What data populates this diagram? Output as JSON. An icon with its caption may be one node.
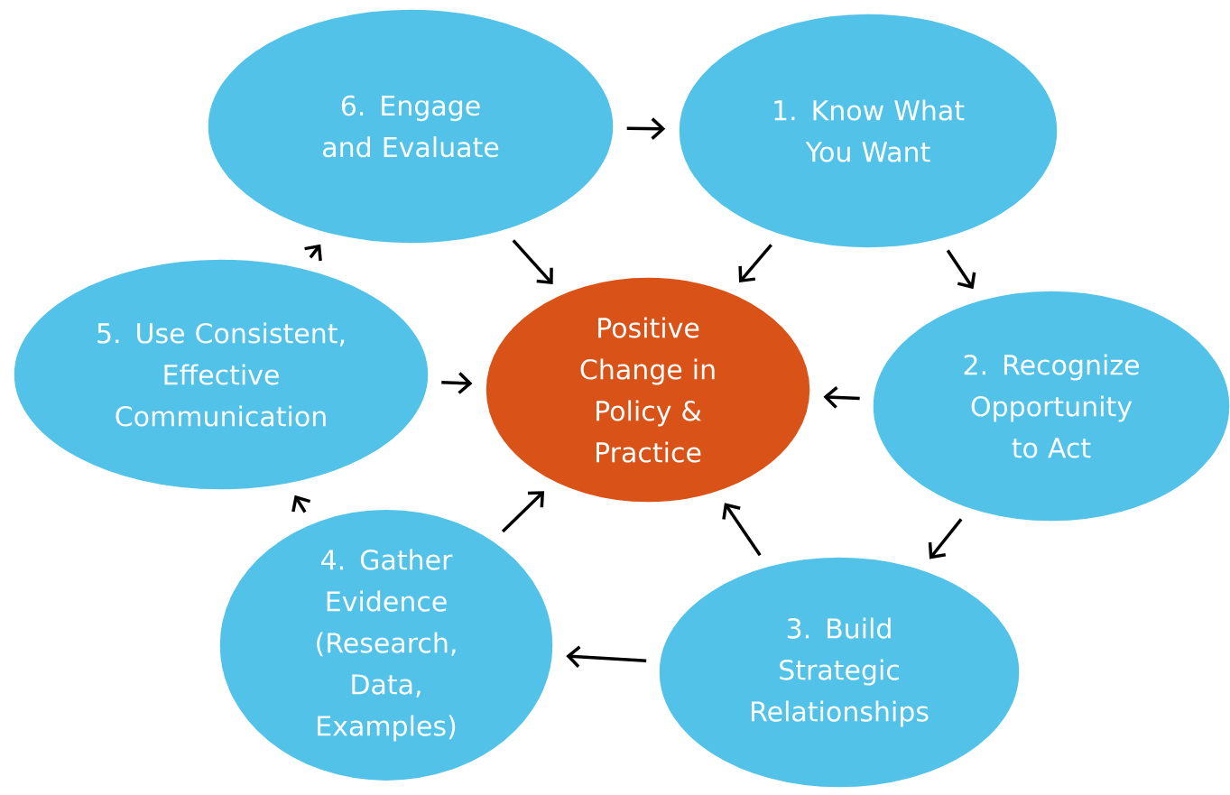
{
  "diagram": {
    "nodes": [
      {
        "text": [
          "Positive Change in Policy & Practice"
        ]
      },
      {
        "text": [
          "1. Know What You Want"
        ]
      },
      {
        "text": [
          "2. Recognize Opportunity to Act"
        ]
      },
      {
        "text": [
          "3. Build Strategic Relationships"
        ]
      },
      {
        "text": [
          "4. Gather Evidence (Research, Data, Examples)"
        ]
      },
      {
        "text": [
          "5. Use Consistent, Effective Communication"
        ]
      },
      {
        "text": [
          "6. Engage and Evaluate"
        ]
      }
    ],
    "edges": [
      {
        "from": 6,
        "to": 1,
        "arrow": "to"
      },
      {
        "from": 1,
        "to": 2,
        "arrow": "to"
      },
      {
        "from": 2,
        "to": 3,
        "arrow": "to"
      },
      {
        "from": 3,
        "to": 4,
        "arrow": "to"
      },
      {
        "from": 4,
        "to": 5,
        "arrow": "to"
      },
      {
        "from": 5,
        "to": 6,
        "arrow": "to"
      },
      {
        "from": 6,
        "to": 0,
        "arrow": "to"
      },
      {
        "from": 1,
        "to": 0,
        "arrow": "to"
      },
      {
        "from": 2,
        "to": 0,
        "arrow": "to"
      },
      {
        "from": 3,
        "to": 0,
        "arrow": "to"
      },
      {
        "from": 4,
        "to": 0,
        "arrow": "to"
      },
      {
        "from": 5,
        "to": 0,
        "arrow": "to"
      }
    ]
  }
}
